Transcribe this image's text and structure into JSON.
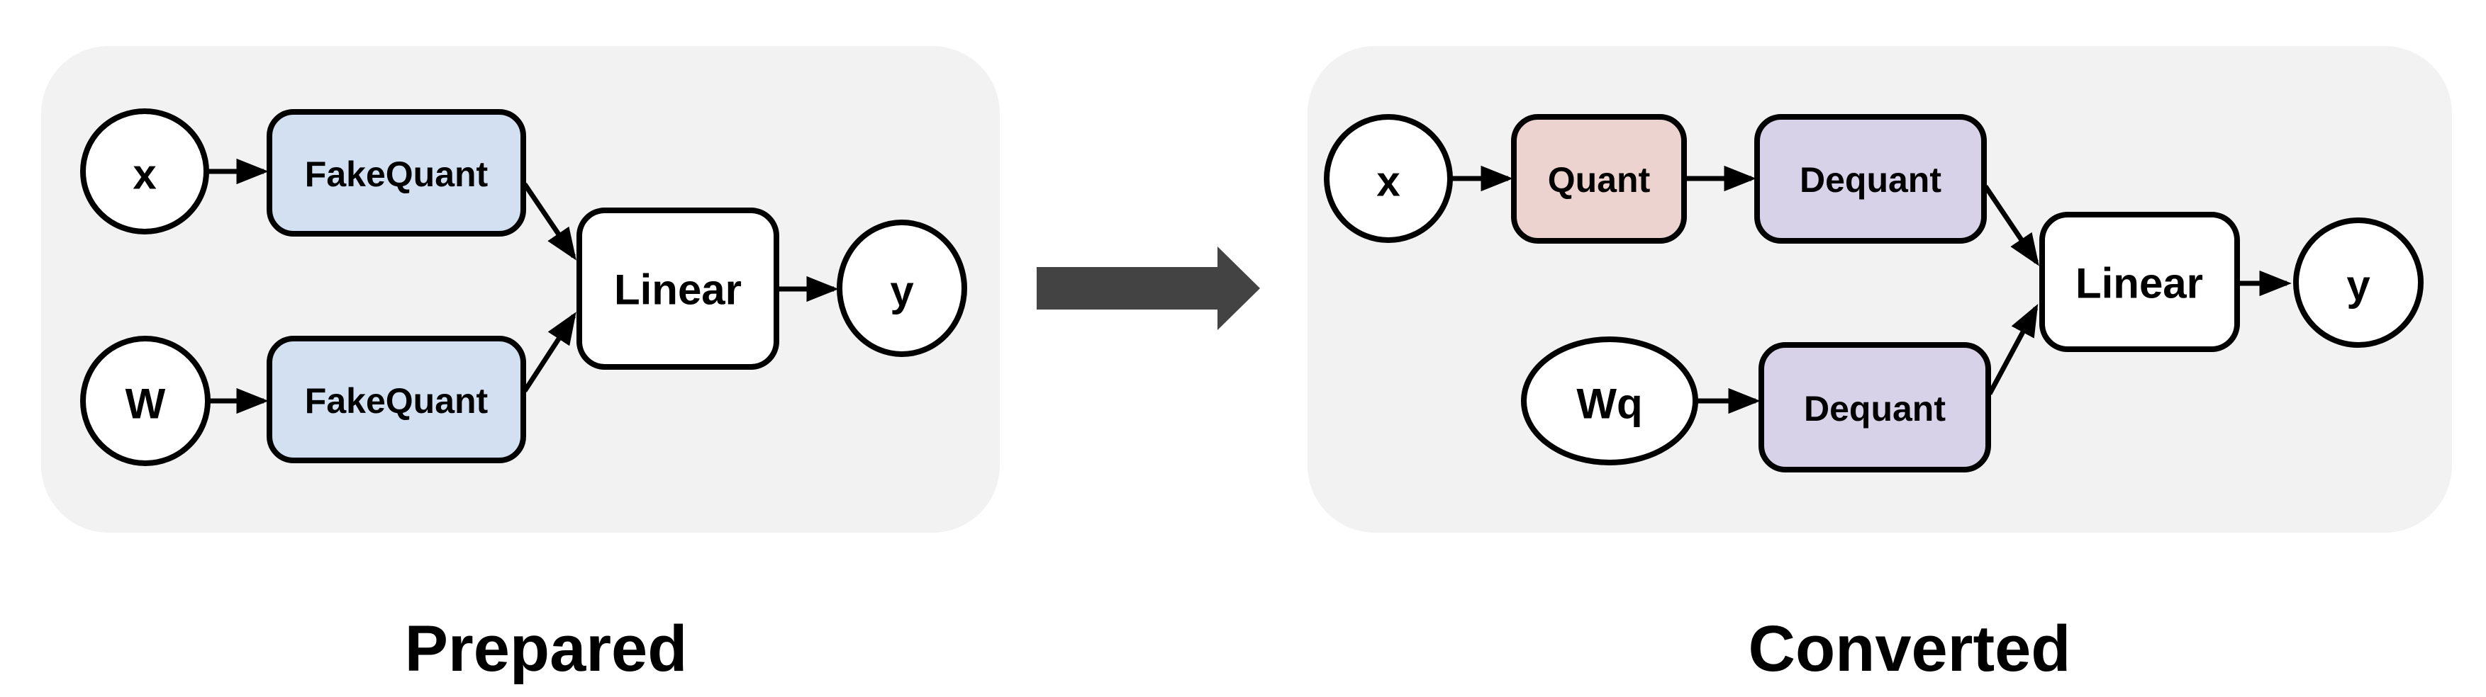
{
  "colors": {
    "panel_bg": "#f2f2f2",
    "node_fill": "#ffffff",
    "node_stroke": "#000000",
    "fakequant_fill": "#d3e0f1",
    "quant_fill": "#edd3d0",
    "dequant_fill": "#d8d2e8",
    "edge_color": "#000000",
    "transition_arrow_fill": "#434343"
  },
  "prepared": {
    "title": "Prepared",
    "nodes": {
      "x": "x",
      "fakequant_activation": "FakeQuant",
      "w": "W",
      "fakequant_weight": "FakeQuant",
      "linear": "Linear",
      "y": "y"
    }
  },
  "converted": {
    "title": "Converted",
    "nodes": {
      "x": "x",
      "quant": "Quant",
      "dequant_activation": "Dequant",
      "wq": "Wq",
      "dequant_weight": "Dequant",
      "linear": "Linear",
      "y": "y"
    }
  }
}
